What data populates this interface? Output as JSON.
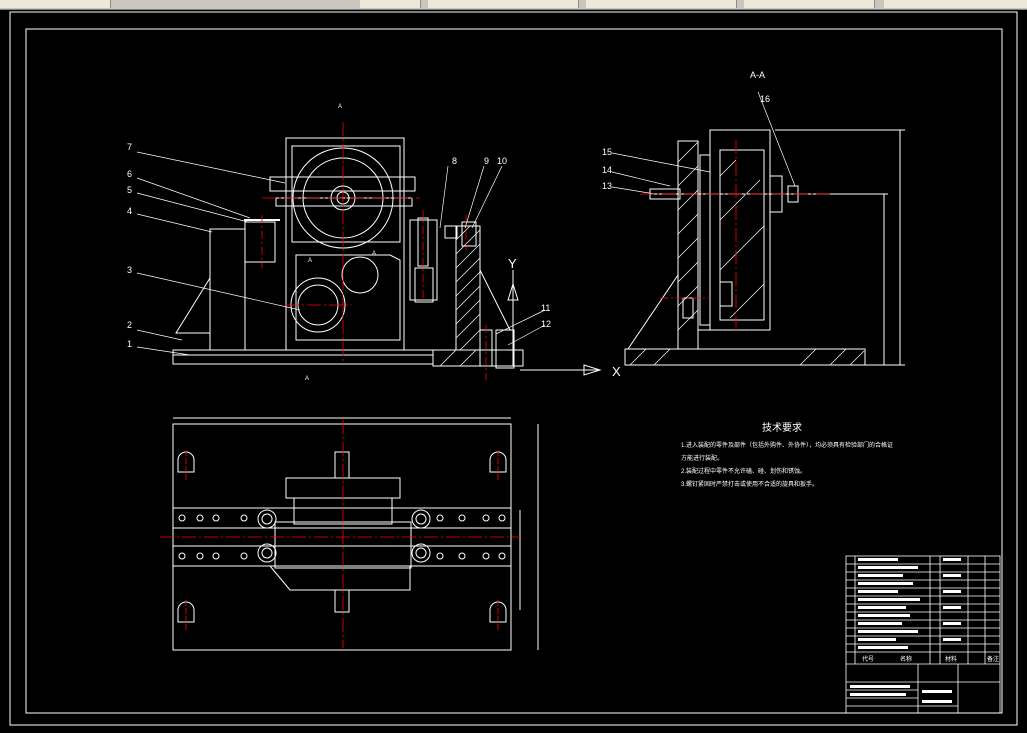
{
  "drawing": {
    "section_label": "A-A",
    "arrow_letters": [
      "Y",
      "X"
    ],
    "view_marks": [
      "A",
      "A",
      "A",
      "A"
    ],
    "part_numbers_left": [
      "7",
      "6",
      "5",
      "4",
      "3",
      "2",
      "1"
    ],
    "part_numbers_top": [
      "8",
      "9",
      "10"
    ],
    "part_numbers_right": [
      "11",
      "12"
    ],
    "part_numbers_section": [
      "16",
      "15",
      "14",
      "13"
    ],
    "tech_title": "技术要求",
    "tech_lines": [
      "1.进入装配的零件及部件（包括外购件、外协件），均必须具有检验部门的合格证",
      "方能进行装配。",
      "2.装配过程中零件不允许磕、碰、划伤和锈蚀。",
      "3.螺钉紧固时严禁打击或使用不合适的旋具和扳手。"
    ],
    "title_block_headers": [
      "代号",
      "名称",
      "材料",
      "备注"
    ]
  },
  "colors": {
    "lines": "#ffffff",
    "centerlines": "#ff0000",
    "dims": "#ffffff"
  }
}
